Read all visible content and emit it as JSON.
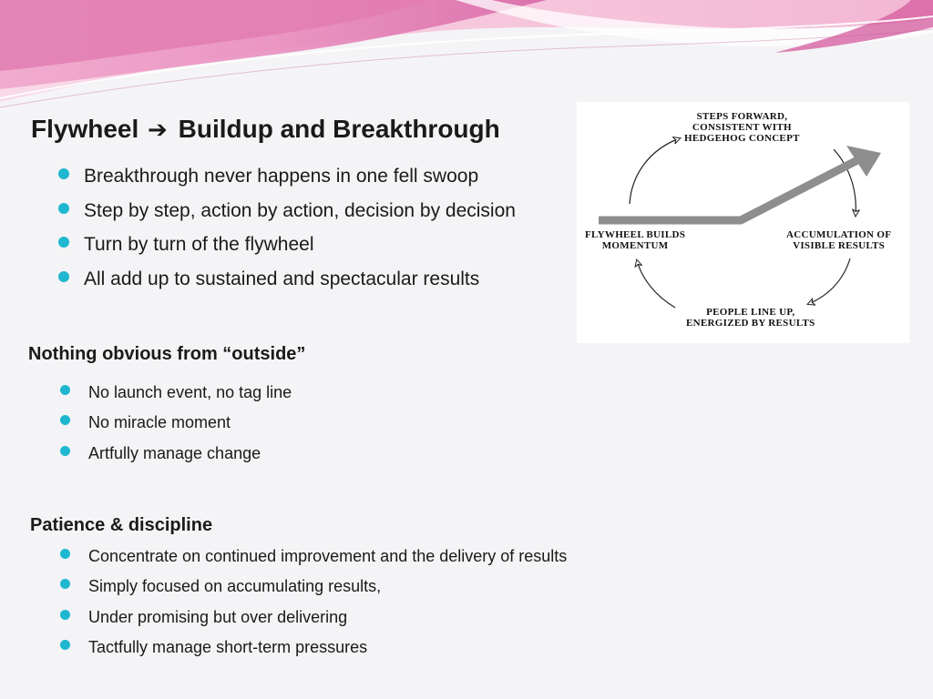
{
  "slide": {
    "title": {
      "part1": "Flywheel",
      "arrow": "➔",
      "part2": "Buildup and Breakthrough"
    },
    "main_bullets": [
      "Breakthrough never happens in one fell swoop",
      "Step by step, action by action, decision by decision",
      "Turn by turn of the flywheel",
      "All add up to sustained and spectacular results"
    ],
    "section2": {
      "heading": "Nothing  obvious from “outside”",
      "bullets": [
        "No launch event, no tag line",
        "No miracle moment",
        "Artfully manage change"
      ]
    },
    "section3": {
      "heading": "Patience & discipline",
      "bullets": [
        "Concentrate on continued improvement and the delivery of results",
        "Simply focused on accumulating results,",
        "Under promising but over delivering",
        "Tactfully manage short-term pressures"
      ]
    }
  },
  "diagram": {
    "top_label": [
      "Steps Forward,",
      "Consistent  with",
      "Hedgehog Concept"
    ],
    "right_label": [
      "Accumulation of",
      "Visible Results"
    ],
    "bottom_label": [
      "People Line Up,",
      "Energized by Results"
    ],
    "left_label": [
      "Flywheel Builds",
      "Momentum"
    ]
  },
  "colors": {
    "bullet": "#1fb7cf",
    "header_pink": "#e87fb4",
    "header_light": "#f6c6dd"
  }
}
